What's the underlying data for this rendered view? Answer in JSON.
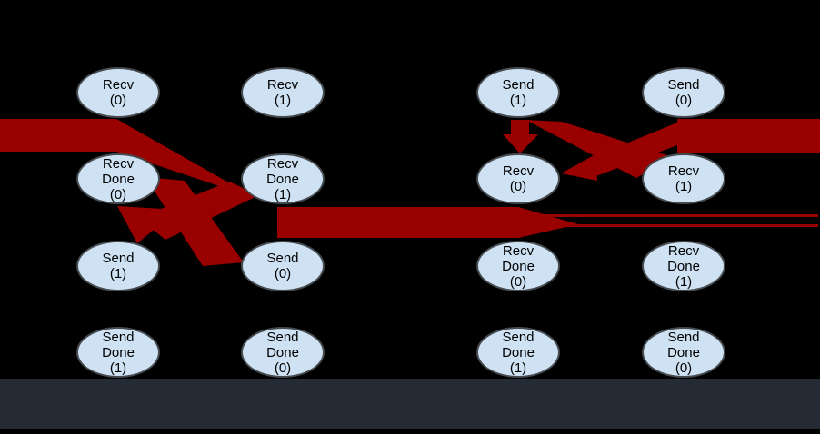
{
  "colors": {
    "background": "#000000",
    "node_fill": "#cfe2f3",
    "node_border": "#454a4f",
    "edge_red": "#990000",
    "bottom_bar": "#252b34",
    "label_text": "#000000"
  },
  "diagram": {
    "nodes": [
      {
        "id": "recv-0-c1",
        "col": 0,
        "row": 0,
        "label": "Recv (0)",
        "lines": [
          "Recv",
          "(0)"
        ]
      },
      {
        "id": "recv-1-c2",
        "col": 1,
        "row": 0,
        "label": "Recv (1)",
        "lines": [
          "Recv",
          "(1)"
        ]
      },
      {
        "id": "send-1-c3",
        "col": 2,
        "row": 0,
        "label": "Send (1)",
        "lines": [
          "Send",
          "(1)"
        ]
      },
      {
        "id": "send-0-c4",
        "col": 3,
        "row": 0,
        "label": "Send (0)",
        "lines": [
          "Send",
          "(0)"
        ]
      },
      {
        "id": "recv-done-0-c1",
        "col": 0,
        "row": 1,
        "label": "Recv Done (0)",
        "lines": [
          "Recv",
          "Done",
          "(0)"
        ]
      },
      {
        "id": "recv-done-1-c2",
        "col": 1,
        "row": 1,
        "label": "Recv Done (1)",
        "lines": [
          "Recv",
          "Done",
          "(1)"
        ]
      },
      {
        "id": "recv-0-c3",
        "col": 2,
        "row": 1,
        "label": "Recv (0)",
        "lines": [
          "Recv",
          "(0)"
        ]
      },
      {
        "id": "recv-1-c4",
        "col": 3,
        "row": 1,
        "label": "Recv (1)",
        "lines": [
          "Recv",
          "(1)"
        ]
      },
      {
        "id": "send-1-c1",
        "col": 0,
        "row": 2,
        "label": "Send (1)",
        "lines": [
          "Send",
          "(1)"
        ]
      },
      {
        "id": "send-0-c2",
        "col": 1,
        "row": 2,
        "label": "Send (0)",
        "lines": [
          "Send",
          "(0)"
        ]
      },
      {
        "id": "recv-done-0-c3",
        "col": 2,
        "row": 2,
        "label": "Recv Done (0)",
        "lines": [
          "Recv",
          "Done",
          "(0)"
        ]
      },
      {
        "id": "recv-done-1-c4",
        "col": 3,
        "row": 2,
        "label": "Recv Done (1)",
        "lines": [
          "Recv",
          "Done",
          "(1)"
        ]
      },
      {
        "id": "send-done-1-c1",
        "col": 0,
        "row": 3,
        "label": "Send Done (1)",
        "lines": [
          "Send",
          "Done",
          "(1)"
        ]
      },
      {
        "id": "send-done-0-c2",
        "col": 1,
        "row": 3,
        "label": "Send Done (0)",
        "lines": [
          "Send",
          "Done",
          "(0)"
        ]
      },
      {
        "id": "send-done-1-c3",
        "col": 2,
        "row": 3,
        "label": "Send Done (1)",
        "lines": [
          "Send",
          "Done",
          "(1)"
        ]
      },
      {
        "id": "send-done-0-c4",
        "col": 3,
        "row": 3,
        "label": "Send Done (0)",
        "lines": [
          "Send",
          "Done",
          "(0)"
        ]
      }
    ],
    "edges": [
      {
        "id": "band-left",
        "from": "offscreen-left",
        "to": "recv-done-nodes-left-group",
        "style": "thick-tapered"
      },
      {
        "id": "recvdone0-to-send0",
        "from": "recv-done-0-c1",
        "to": "send-0-c2",
        "style": "thick-diagonal"
      },
      {
        "id": "recvdone1-to-send1",
        "from": "recv-done-1-c2",
        "to": "send-1-c1",
        "style": "thick-diagonal-arrowhead"
      },
      {
        "id": "band-middle",
        "from": "send-0-c2-area",
        "to": "offscreen-right",
        "style": "thick-band-tapering-to-thin-lines"
      },
      {
        "id": "send1-to-recv0-short",
        "from": "send-1-c3",
        "to": "recv-0-c3",
        "style": "short-vertical-arrowhead"
      },
      {
        "id": "send1-to-recv1",
        "from": "send-1-c3",
        "to": "recv-1-c4",
        "style": "thick-diagonal"
      },
      {
        "id": "send0-to-recv0",
        "from": "send-0-c4",
        "to": "recv-0-c3",
        "style": "thick-diagonal-arrowhead"
      },
      {
        "id": "band-right",
        "from": "send-0-c4",
        "to": "offscreen-right",
        "style": "thick-band"
      }
    ]
  },
  "bottom_bar": {
    "visible": true
  }
}
